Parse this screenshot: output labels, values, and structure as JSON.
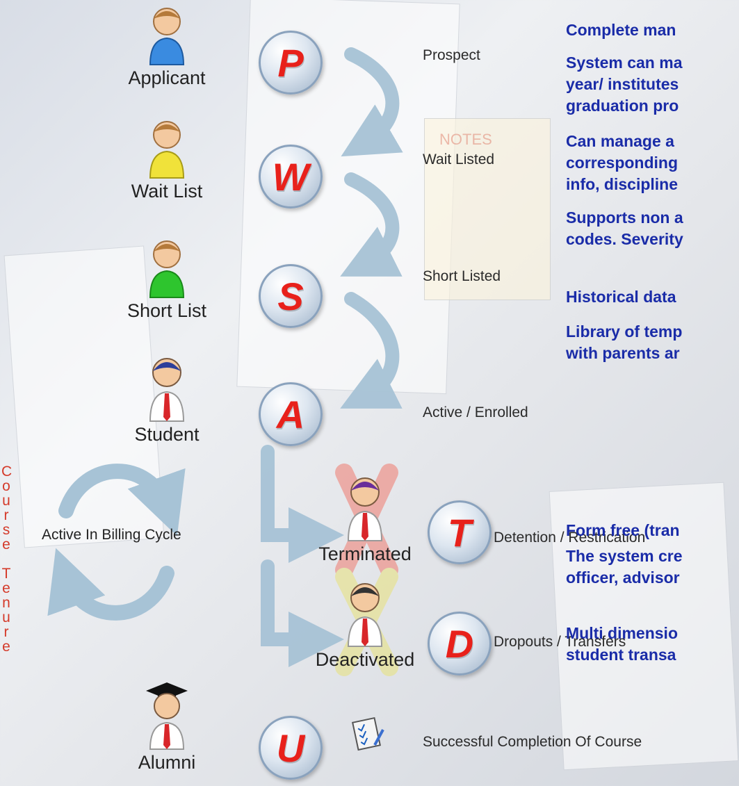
{
  "personas": [
    {
      "key": "applicant",
      "label": "Applicant",
      "shirt": "#3a8be0",
      "badge": "P"
    },
    {
      "key": "waitlist",
      "label": "Wait List",
      "shirt": "#f0e23a",
      "badge": "W"
    },
    {
      "key": "shortlist",
      "label": "Short List",
      "shirt": "#2ec52e",
      "badge": "S"
    },
    {
      "key": "student",
      "label": "Student",
      "badge": "A"
    },
    {
      "key": "terminated",
      "label": "Terminated",
      "badge": "T"
    },
    {
      "key": "deactivated",
      "label": "Deactivated",
      "badge": "D"
    },
    {
      "key": "alumni",
      "label": "Alumni",
      "badge": "U"
    }
  ],
  "stages": {
    "prospect": "Prospect",
    "waitlisted": "Wait Listed",
    "shortlisted": "Short Listed",
    "active": "Active / Enrolled",
    "detention": "Detention / Restrication",
    "dropouts": "Dropouts / Transfers",
    "completion": "Successful Completion Of Course"
  },
  "billing_label": "Active In Billing Cycle",
  "tenure_label": "Course Tenure",
  "notes_label": "NOTES",
  "points": [
    "Complete man",
    "System can ma\nyear/ institutes\ngraduation pro",
    "Can manage a\ncorresponding\ninfo, discipline",
    "Supports non a\ncodes. Severity",
    "Historical data",
    "Library of temp\nwith parents ar",
    "Form free (tran",
    "The system cre\nofficer, advisor",
    "Multi dimensio\nstudent transa"
  ],
  "colors": {
    "badge_letter": "#e8211b",
    "points_text": "#1a2ca8",
    "arrow": "#a7c3d6",
    "tenure_text": "#d43a2a"
  }
}
